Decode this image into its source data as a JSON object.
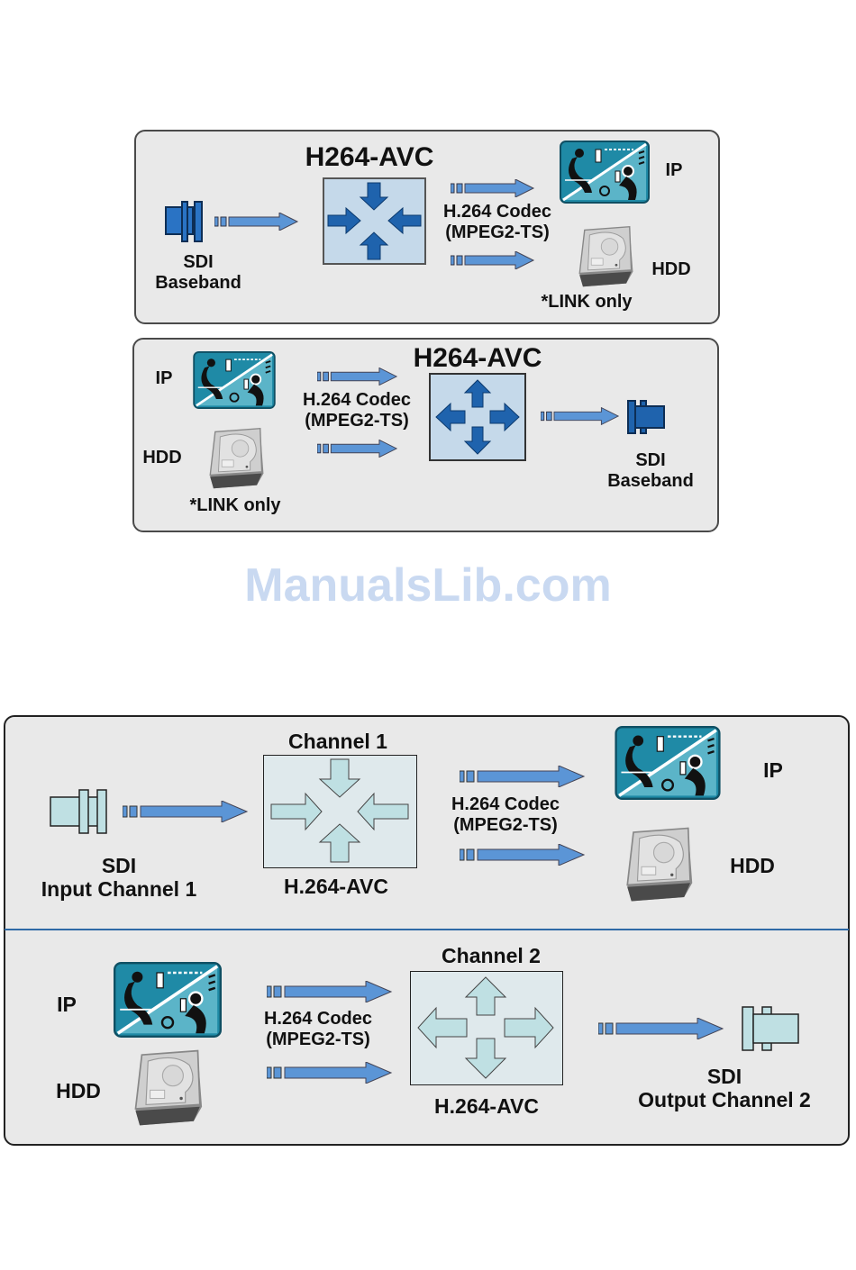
{
  "diagram_top": {
    "encoder": {
      "title": "H264-AVC",
      "source_label_line1": "SDI",
      "source_label_line2": "Baseband",
      "codec_line1": "H.264 Codec",
      "codec_line2": "(MPEG2-TS)",
      "outputs": [
        {
          "label": "IP",
          "icon": "network-ip-icon"
        },
        {
          "label": "HDD",
          "icon": "hard-drive-icon",
          "note": "*LINK only"
        }
      ]
    },
    "decoder": {
      "title": "H264-AVC",
      "inputs": [
        {
          "label": "IP",
          "icon": "network-ip-icon"
        },
        {
          "label": "HDD",
          "icon": "hard-drive-icon",
          "note": "*LINK only"
        }
      ],
      "codec_line1": "H.264 Codec",
      "codec_line2": "(MPEG2-TS)",
      "dest_label_line1": "SDI",
      "dest_label_line2": "Baseband"
    },
    "colors": {
      "accent": "#1f63ad",
      "arrow": "#5b95d6",
      "box_fill": "#c5d9ea",
      "panel": "#e9e9e9"
    }
  },
  "watermark": "ManualsLib.com",
  "diagram_bottom": {
    "channel1": {
      "title": "Channel 1",
      "box_label": "H.264-AVC",
      "source_label_line1": "SDI",
      "source_label_line2": "Input Channel 1",
      "codec_line1": "H.264 Codec",
      "codec_line2": "(MPEG2-TS)",
      "outputs": [
        {
          "label": "IP",
          "icon": "network-ip-icon"
        },
        {
          "label": "HDD",
          "icon": "hard-drive-icon"
        }
      ]
    },
    "channel2": {
      "title": "Channel 2",
      "box_label": "H.264-AVC",
      "inputs": [
        {
          "label": "IP",
          "icon": "network-ip-icon"
        },
        {
          "label": "HDD",
          "icon": "hard-drive-icon"
        }
      ],
      "codec_line1": "H.264 Codec",
      "codec_line2": "(MPEG2-TS)",
      "dest_label_line1": "SDI",
      "dest_label_line2": "Output Channel 2"
    },
    "colors": {
      "divider": "#2e6aa6",
      "arrow": "#5b95d6",
      "box_fill": "#dfe9ec",
      "light_arrow": "#bfe0e3"
    }
  }
}
